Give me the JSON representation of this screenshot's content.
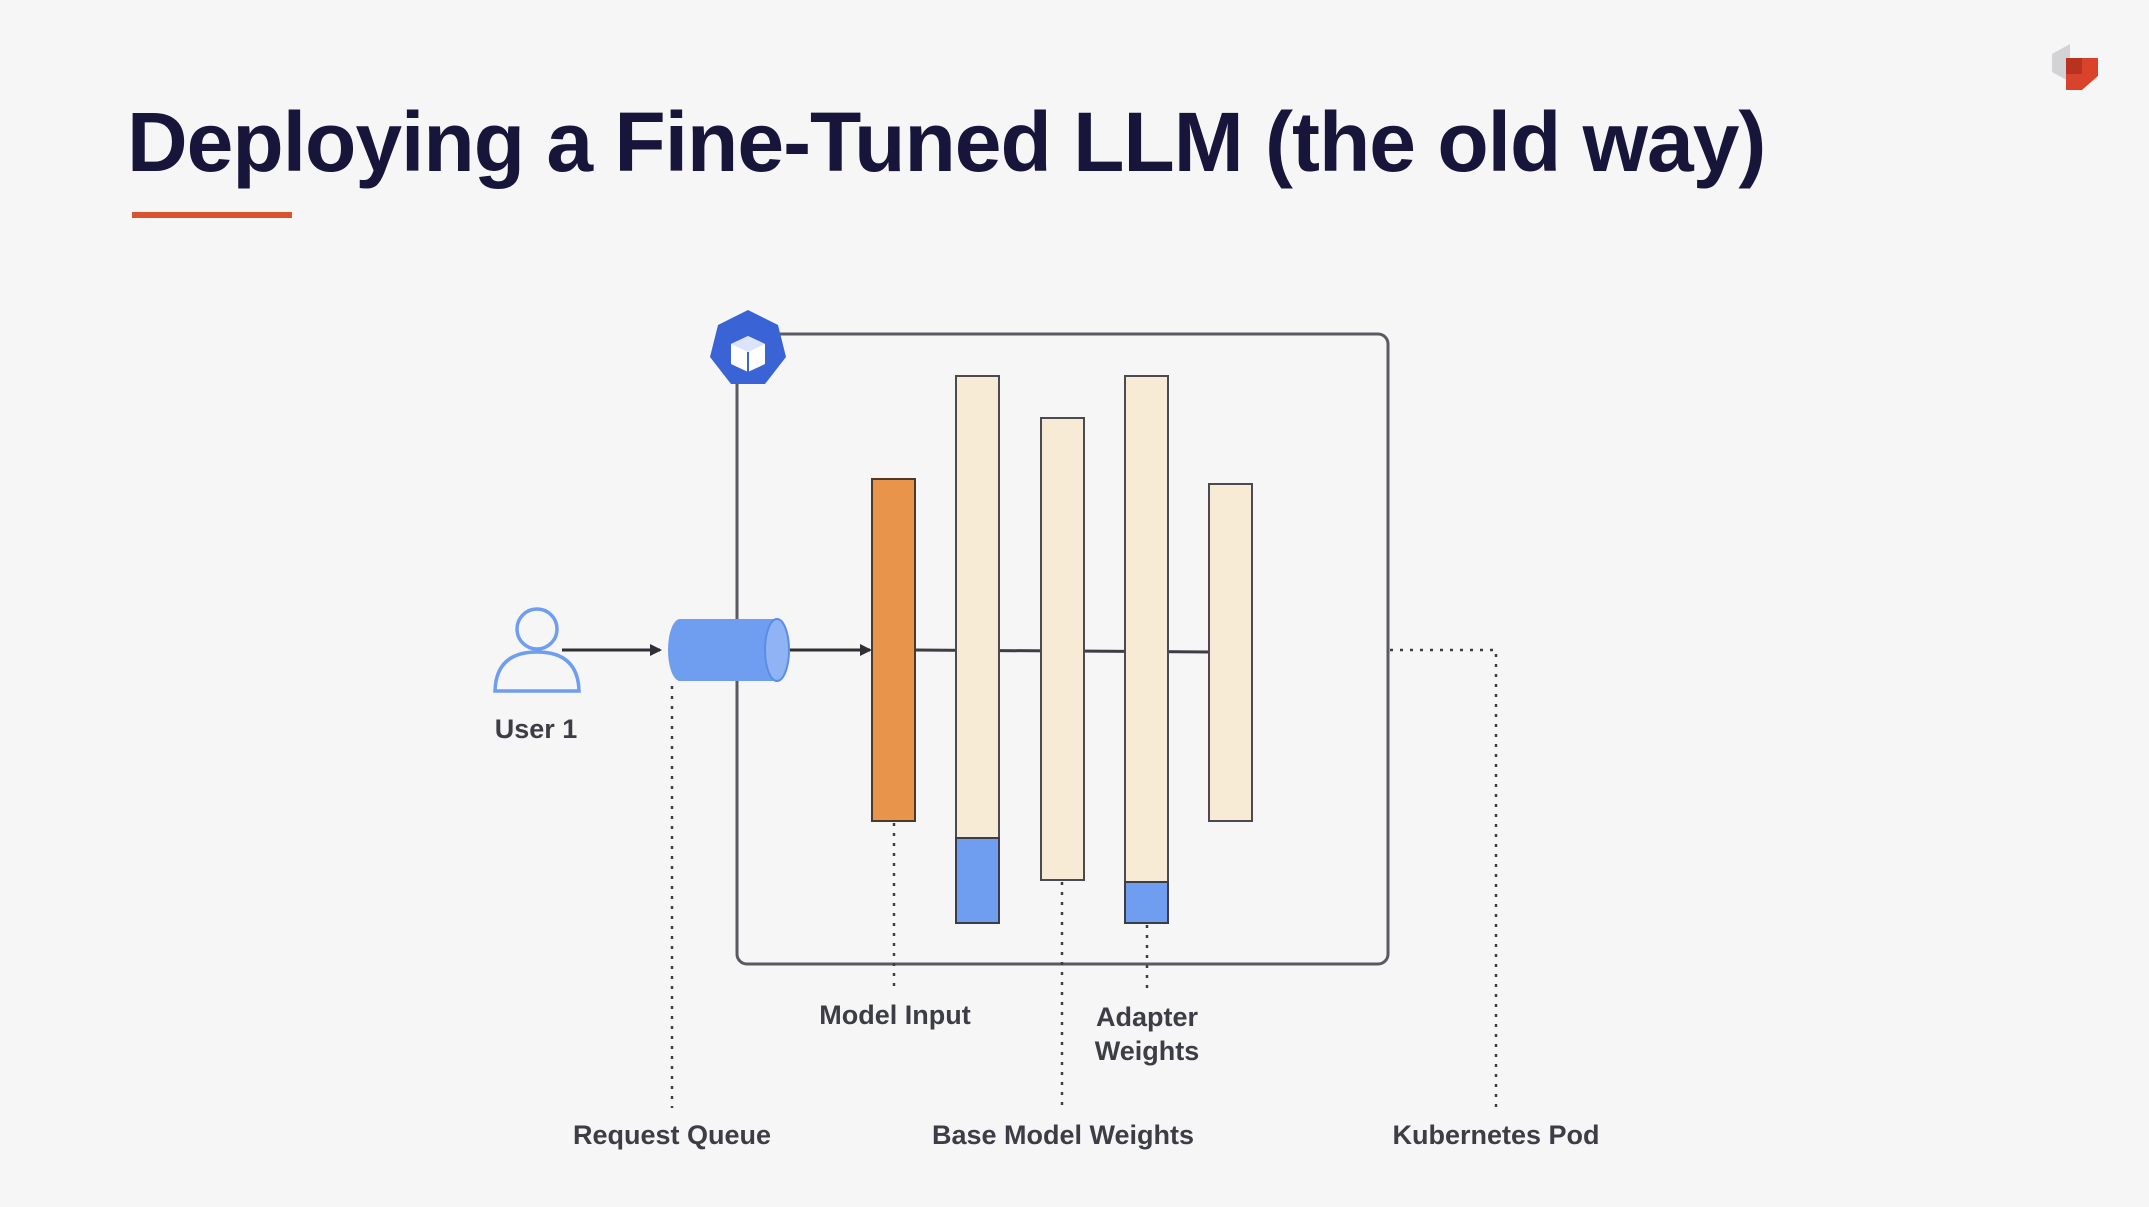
{
  "slide": {
    "title": "Deploying a Fine-Tuned LLM (the old way)"
  },
  "diagram": {
    "nodes": {
      "user": "User 1",
      "model_input": "Model Input",
      "adapter_weights_line1": "Adapter",
      "adapter_weights_line2": "Weights",
      "request_queue": "Request Queue",
      "base_model_weights": "Base Model Weights",
      "kubernetes_pod": "Kubernetes Pod"
    },
    "icons": [
      "user-icon",
      "kubernetes-pod-icon",
      "brand-logo-icon"
    ]
  },
  "colors": {
    "title": "#17153a",
    "accent_underline": "#d9532f",
    "user_icon": "#6f9ef0",
    "queue": "#6f9ef0",
    "model_input": "#e8944a",
    "base_weights": "#f8ebd6",
    "adapter": "#6f9ef0",
    "k8s_badge": "#3a63d6",
    "logo_red": "#d9432c"
  }
}
